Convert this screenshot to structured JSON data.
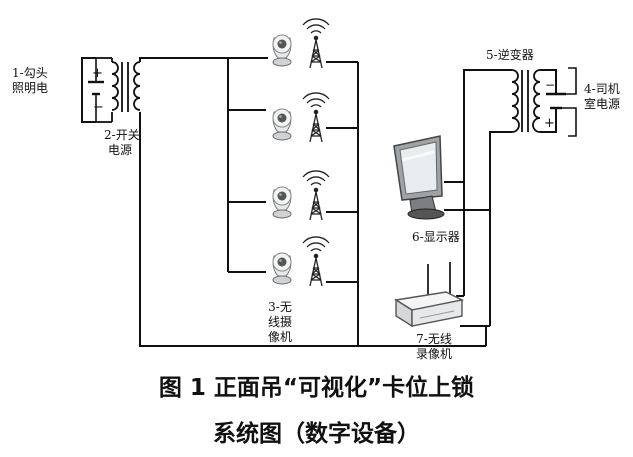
{
  "labels": {
    "hook_light_1": "1-勾头",
    "hook_light_2": "照明电",
    "switch_power_1": "2-开关",
    "switch_power_2": "电源",
    "cameras_1": "3-无",
    "cameras_2": "线摄",
    "cameras_3": "像机",
    "cab_power_1": "4-司机",
    "cab_power_2": "室电源",
    "inverter": "5-逆变器",
    "monitor": "6-显示器",
    "recorder_1": "7-无线",
    "recorder_2": "录像机"
  },
  "caption": {
    "line1": "图 1   正面吊“可视化”卡位上锁",
    "line2": "系统图（数字设备）"
  }
}
